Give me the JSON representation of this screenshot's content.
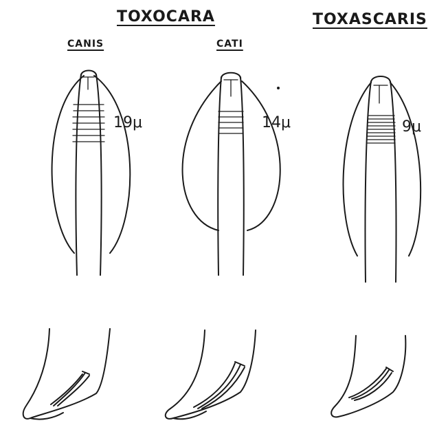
{
  "labels": {
    "genus_toxocara": "TOXOCARA",
    "genus_toxascaris": "TOXASCARIS",
    "species_canis": "CANIS",
    "species_cati": "CATI"
  },
  "measurements": {
    "canis": "19μ",
    "cati": "14μ",
    "toxascaris": "9μ"
  },
  "colors": {
    "ink": "#1a1a1a",
    "background": "#ffffff"
  }
}
